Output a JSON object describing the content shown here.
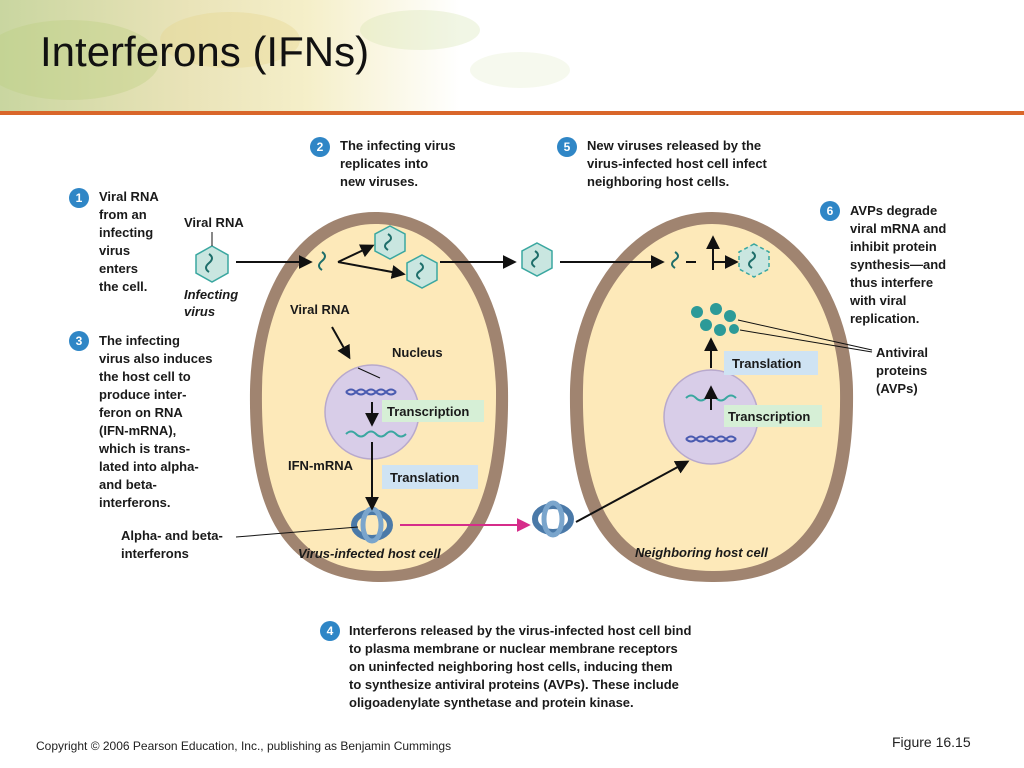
{
  "title": "Interferons (IFNs)",
  "copyright": "Copyright © 2006 Pearson Education, Inc., publishing as Benjamin Cummings",
  "figure": "Figure 16.15",
  "colors": {
    "accent_rule": "#d9662a",
    "cell_fill": "#fde9b9",
    "cell_wall": "#a08470",
    "nucleus": "#d8cde8",
    "step_badge": "#2f86c6",
    "virus": "#c9e6e0",
    "label_box_green": "#d6efd6",
    "label_box_blue": "#cfe3f3",
    "release_arrow": "#d62c8a"
  },
  "steps": {
    "s1": {
      "number": "1",
      "lines": [
        "Viral RNA",
        "from an",
        "infecting",
        "virus",
        "enters",
        "the cell."
      ]
    },
    "s2": {
      "number": "2",
      "lines": [
        "The infecting virus",
        "replicates into",
        "new viruses."
      ]
    },
    "s3": {
      "number": "3",
      "lines": [
        "The infecting",
        "virus also induces",
        "the host  cell to",
        "produce inter-",
        "feron on RNA",
        "(IFN-mRNA),",
        "which is trans-",
        "lated into alpha-",
        "and beta-",
        "interferons."
      ]
    },
    "s4": {
      "number": "4",
      "lines": [
        "Interferons released by the virus-infected host cell bind",
        "to plasma membrane or nuclear membrane receptors",
        "on uninfected neighboring host cells, inducing them",
        "to synthesize antiviral proteins (AVPs). These include",
        "oligoadenylate synthetase and protein kinase."
      ]
    },
    "s5": {
      "number": "5",
      "lines": [
        "New viruses released by the",
        "virus-infected host cell infect",
        "neighboring host cells."
      ]
    },
    "s6": {
      "number": "6",
      "lines": [
        "AVPs degrade",
        "viral mRNA and",
        "inhibit protein",
        "synthesis—and",
        "thus interfere",
        "with viral",
        "replication."
      ]
    }
  },
  "labels": {
    "viral_rna_top": "Viral RNA",
    "infecting_virus": [
      "Infecting",
      "virus"
    ],
    "viral_rna_cell": "Viral RNA",
    "nucleus": "Nucleus",
    "transcription_left": "Transcription",
    "ifn_mrna": "IFN-mRNA",
    "translation_left": "Translation",
    "alpha_beta": [
      "Alpha- and beta-",
      "interferons"
    ],
    "infected_cell": "Virus-infected host cell",
    "neighbor_cell": "Neighboring host cell",
    "translation_right": "Translation",
    "transcription_right": "Transcription",
    "avps": [
      "Antiviral",
      "proteins",
      "(AVPs)"
    ]
  }
}
